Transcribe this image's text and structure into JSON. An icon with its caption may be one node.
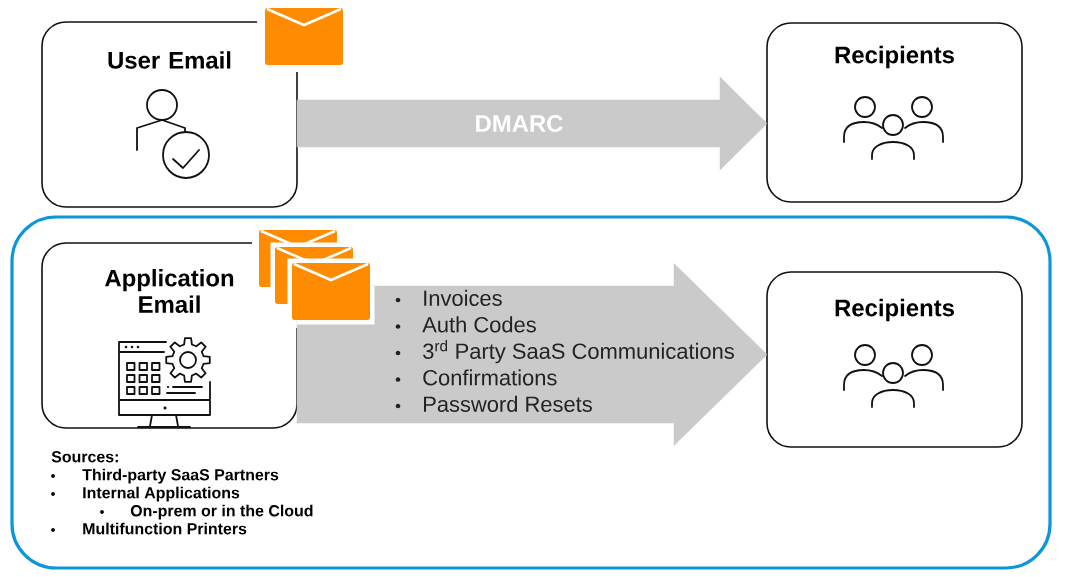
{
  "diagram": {
    "nodes": [
      {
        "text": [
          "User Email"
        ]
      },
      {
        "text": [
          "Recipients"
        ]
      },
      {
        "text": [
          "Sources:",
          "Third-party SaaS Partners",
          "Internal Applications",
          "On-prem or in the Cloud",
          "Multifunction Printers"
        ]
      },
      {
        "text": [
          "Application Email"
        ],
        "in": 2
      },
      {
        "text": [
          "Recipients"
        ],
        "in": 2
      }
    ],
    "edges": [
      {
        "from": 0,
        "to": 1,
        "arrow": "to",
        "label": "DMARC"
      },
      {
        "from": 3,
        "to": 4,
        "arrow": "to",
        "style": "thick"
      }
    ],
    "labels": [
      "Invoices",
      "Auth Codes",
      "3$^{rd}$ Party SaaS Communications",
      "Confirmations",
      "Password Resets"
    ]
  }
}
